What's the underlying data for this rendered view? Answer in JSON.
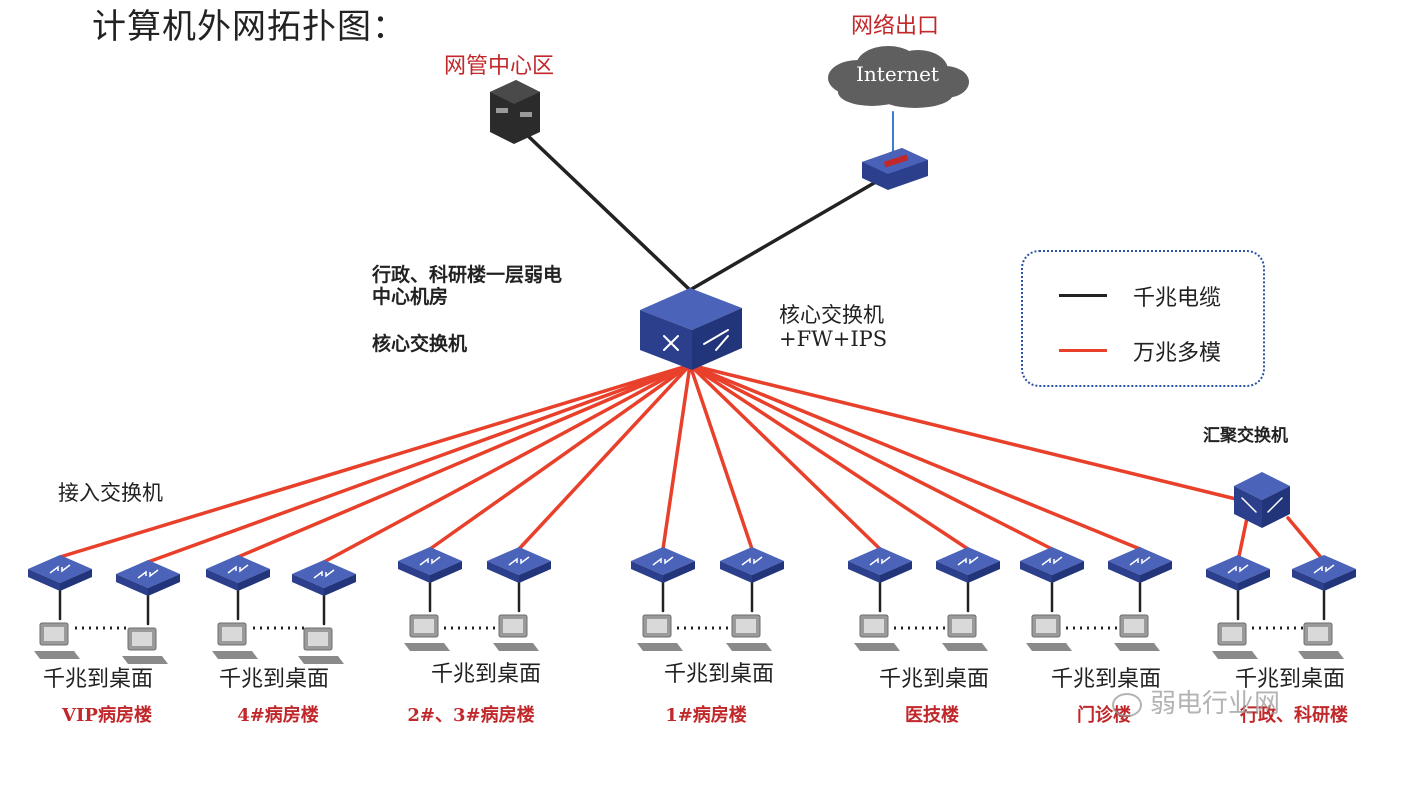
{
  "title": "计算机外网拓扑图：",
  "nms_area_label": "网管中心区",
  "exit_label": "网络出口",
  "cloud_label": "Internet",
  "core_location_label": "行政、科研楼一层弱电\n中心机房",
  "core_left_label": "核心交换机",
  "core_right_label": "核心交换机\n+FW+IPS",
  "access_label": "接入交换机",
  "aggregation_label": "汇聚交换机",
  "legend": {
    "items": [
      {
        "label": "千兆电缆",
        "color": "#222222"
      },
      {
        "label": "万兆多模",
        "color": "#e8402a"
      }
    ]
  },
  "colors": {
    "copper": "#222222",
    "fiber": "#e8402a",
    "uplink": "#3a7bd5",
    "accent": "#c0282b",
    "device": "#2b3f8c"
  },
  "groups": [
    {
      "desk_label": "千兆到桌面",
      "building": "VIP病房楼"
    },
    {
      "desk_label": "千兆到桌面",
      "building": "4#病房楼"
    },
    {
      "desk_label": "千兆到桌面",
      "building": "2#、3#病房楼"
    },
    {
      "desk_label": "千兆到桌面",
      "building": "1#病房楼"
    },
    {
      "desk_label": "千兆到桌面",
      "building": "医技楼"
    },
    {
      "desk_label": "千兆到桌面",
      "building": "门诊楼"
    },
    {
      "desk_label": "千兆到桌面",
      "building": "行政、科研楼"
    }
  ],
  "watermark": "弱电行业网"
}
